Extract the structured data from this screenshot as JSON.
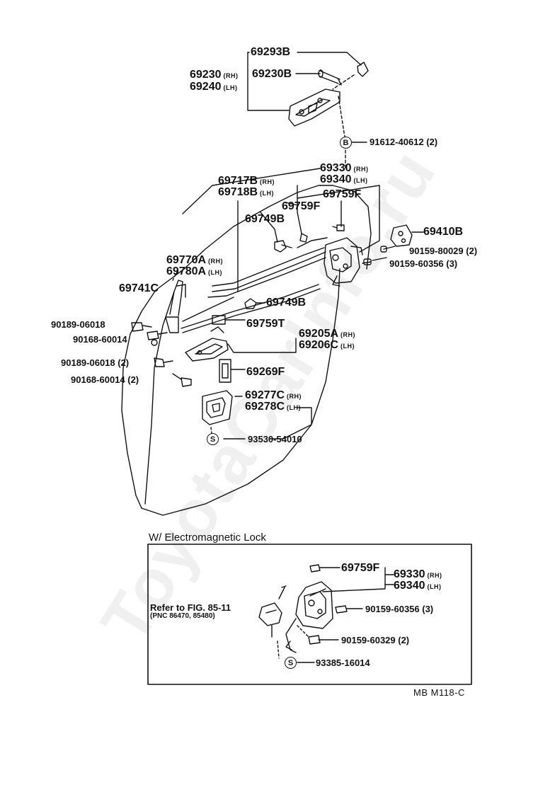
{
  "colors": {
    "ink": "#111111",
    "watermark": "#e0e0e0",
    "background": "#ffffff"
  },
  "watermark": "ToyotaCarInfo.ru",
  "main": {
    "labels": {
      "p69293B": "69293B",
      "p69230": "69230",
      "p69240": "69240",
      "p69230B": "69230B",
      "p91612": "91612-40612 (2)",
      "p69330": "69330",
      "p69340": "69340",
      "p69717B": "69717B",
      "p69718B": "69718B",
      "p69759F_a": "69759F",
      "p69759F_b": "69759F",
      "p69749B_a": "69749B",
      "p69410B": "69410B",
      "p90159_80029": "90159-80029 (2)",
      "p90159_60356": "90159-60356 (3)",
      "p69770A": "69770A",
      "p69780A": "69780A",
      "p69741C": "69741C",
      "p69749B_b": "69749B",
      "p90189_06018": "90189-06018",
      "p69759T": "69759T",
      "p69205A": "69205A",
      "p69206C": "69206C",
      "p90168_60014": "90168-60014",
      "p90189_06018_2": "90189-06018 (2)",
      "p69269F": "69269F",
      "p90168_60014_2": "90168-60014 (2)",
      "p69277C": "69277C",
      "p69278C": "69278C",
      "p93530": "93530-54010"
    },
    "rh": "(RH)",
    "lh": "(LH)",
    "callout_b": "B",
    "callout_s": "S"
  },
  "inset": {
    "title": "W/ Electromagnetic Lock",
    "labels": {
      "p69759F": "69759F",
      "p69330": "69330",
      "p69340": "69340",
      "p90159_60356": "90159-60356 (3)",
      "p90159_60329": "90159-60329 (2)",
      "p93385": "93385-16014"
    },
    "refer": "Refer to FIG. 85-11",
    "refer_sub": "(PNC 86470, 85480)",
    "callout_s": "S"
  },
  "footer": {
    "code": "MB  M118-C"
  }
}
